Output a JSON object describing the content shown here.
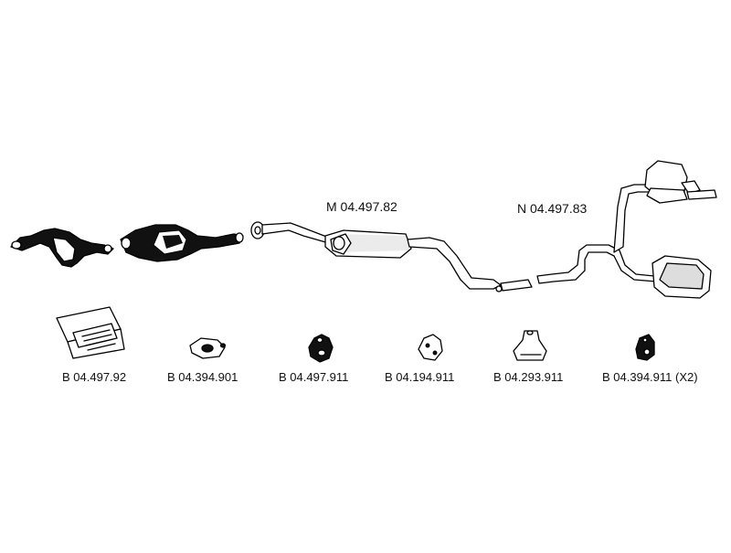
{
  "assembly_labels": {
    "m": "M 04.497.82",
    "n": "N 04.497.83"
  },
  "parts": [
    {
      "label": "B 04.497.92",
      "icon": "fitting-kit-icon"
    },
    {
      "label": "B 04.394.901",
      "icon": "rubber-mount-icon"
    },
    {
      "label": "B 04.497.911",
      "icon": "rubber-hanger-icon"
    },
    {
      "label": "B 04.194.911",
      "icon": "rubber-mount-icon"
    },
    {
      "label": "B 04.293.911",
      "icon": "rubber-hanger-icon"
    },
    {
      "label": "B 04.394.911 (X2)",
      "icon": "rubber-hanger-icon"
    }
  ]
}
